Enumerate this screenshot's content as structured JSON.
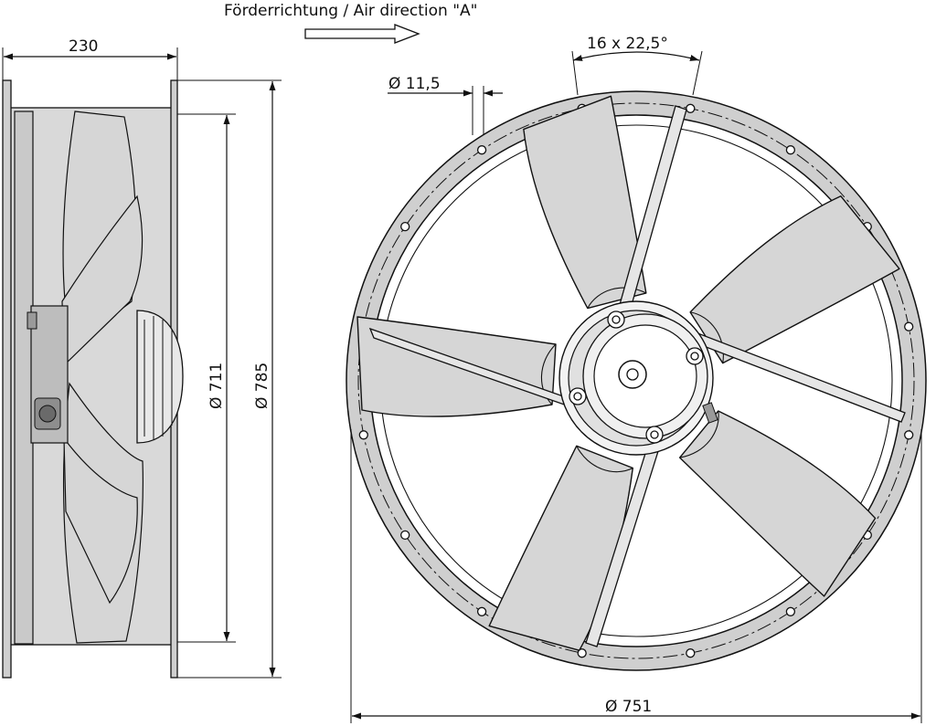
{
  "air_direction": "Förderrichtung / Air direction \"A\"",
  "dimensions": {
    "depth": "230",
    "blade_diameter": "Ø 711",
    "flange_diameter": "Ø 785",
    "hole_circle_diameter": "Ø 751",
    "hole_diameter": "Ø 11,5",
    "hole_pattern": "16 x  22,5°"
  },
  "colors": {
    "blade_fill": "#d6d6d6",
    "ring_fill": "#cfcfcf",
    "line": "#111111"
  }
}
